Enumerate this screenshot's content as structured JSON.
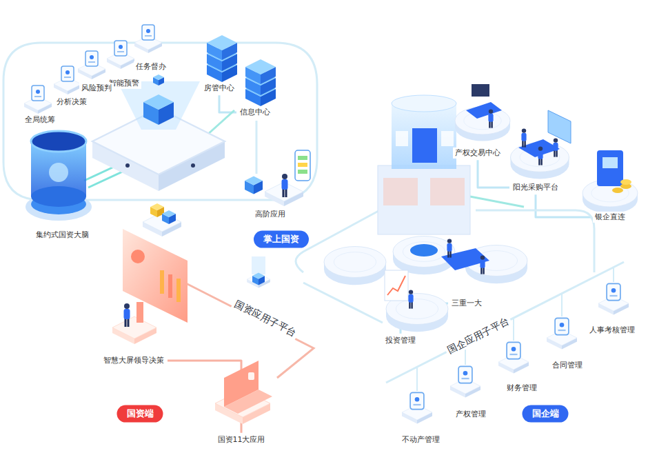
{
  "diagram": {
    "nodes": [
      {
        "text": [
          "任务督办"
        ]
      },
      {
        "text": [
          "智能预警"
        ]
      },
      {
        "text": [
          "风险预判"
        ]
      },
      {
        "text": [
          "分析决策"
        ]
      },
      {
        "text": [
          "全局统筹"
        ]
      },
      {
        "text": [
          "房管中心"
        ]
      },
      {
        "text": [
          "信息中心"
        ]
      },
      {
        "text": [
          "集约式国资大脑"
        ]
      },
      {
        "text": [
          "高阶应用"
        ]
      },
      {
        "text": [
          "掌上国资"
        ]
      },
      {
        "text": [
          "智慧大屏领导决策"
        ]
      },
      {
        "text": [
          "国资11大应用"
        ]
      },
      {
        "text": [
          "国资端"
        ]
      },
      {
        "text": [
          "产权交易中心"
        ]
      },
      {
        "text": [
          "阳光采购平台"
        ]
      },
      {
        "text": [
          "银企直连"
        ]
      },
      {
        "text": [
          "三重一大"
        ]
      },
      {
        "text": [
          "投资管理"
        ]
      },
      {
        "text": [
          "人事考核管理"
        ]
      },
      {
        "text": [
          "合同管理"
        ]
      },
      {
        "text": [
          "财务管理"
        ]
      },
      {
        "text": [
          "产权管理"
        ]
      },
      {
        "text": [
          "不动产管理"
        ]
      },
      {
        "text": [
          "国企端"
        ]
      }
    ],
    "edges": [
      {
        "from": 5,
        "to": 6,
        "arrow": "none"
      },
      {
        "from": 13,
        "to": 14,
        "arrow": "none"
      },
      {
        "from": 14,
        "to": 15,
        "arrow": "none"
      },
      {
        "from": 16,
        "to": 17,
        "arrow": "none"
      },
      {
        "from": 10,
        "to": 11,
        "arrow": "none"
      }
    ],
    "labels": [
      "国资应用子平台",
      "国企应用子平台"
    ]
  }
}
